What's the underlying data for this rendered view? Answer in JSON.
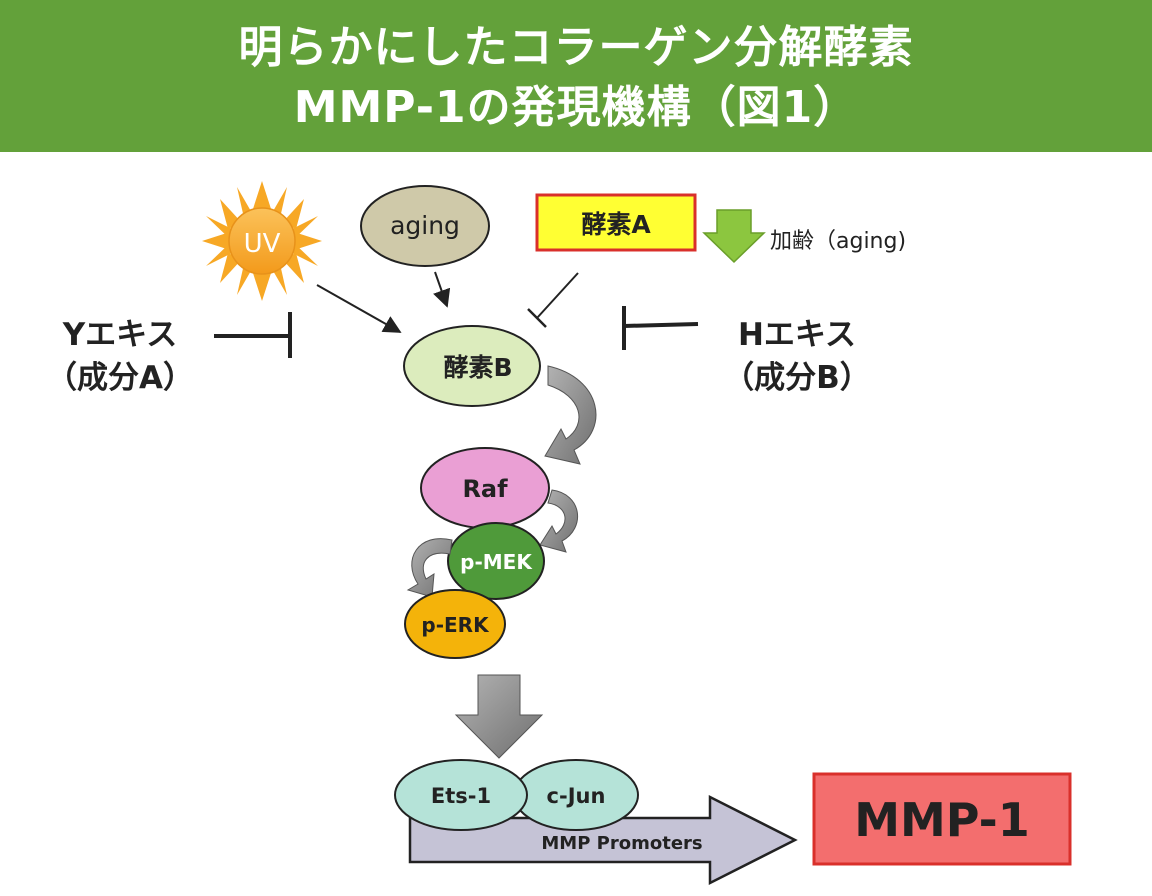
{
  "title": {
    "line1": "明らかにしたコラーゲン分解酵素",
    "line2": "MMP-1の発現機構（図1）"
  },
  "nodes": {
    "uv": "UV",
    "aging": "aging",
    "enzyme_a": "酵素A",
    "aging_decrease": "加齢（aging)",
    "enzyme_b": "酵素B",
    "raf": "Raf",
    "p_mek": "p-MEK",
    "p_erk": "p-ERK",
    "ets1": "Ets-1",
    "cjun": "c-Jun",
    "promoters": "MMP Promoters",
    "mmp1": "MMP-1"
  },
  "inhibitors": {
    "y_extract": {
      "line1": "Yエキス",
      "line2": "（成分A）"
    },
    "h_extract": {
      "line1": "Hエキス",
      "line2": "（成分B）"
    }
  },
  "colors": {
    "banner": "#63a13a",
    "sun": "#f7a825",
    "aging_fill": "#cfc9a9",
    "enzyme_a_fill": "#ffff33",
    "enzyme_a_border": "#d9302b",
    "enzyme_b_fill": "#dcecbd",
    "raf_fill": "#ea9fd4",
    "p_mek_fill": "#4f9a3a",
    "p_erk_fill": "#f4b30a",
    "ets_fill": "#b5e3d8",
    "promoter_fill": "#c5c3d6",
    "mmp1_fill": "#f36e6e",
    "mmp1_border": "#d9302b",
    "down_arrow_green": "#8cc63f",
    "gray_arrow": "#8a8a8a"
  }
}
